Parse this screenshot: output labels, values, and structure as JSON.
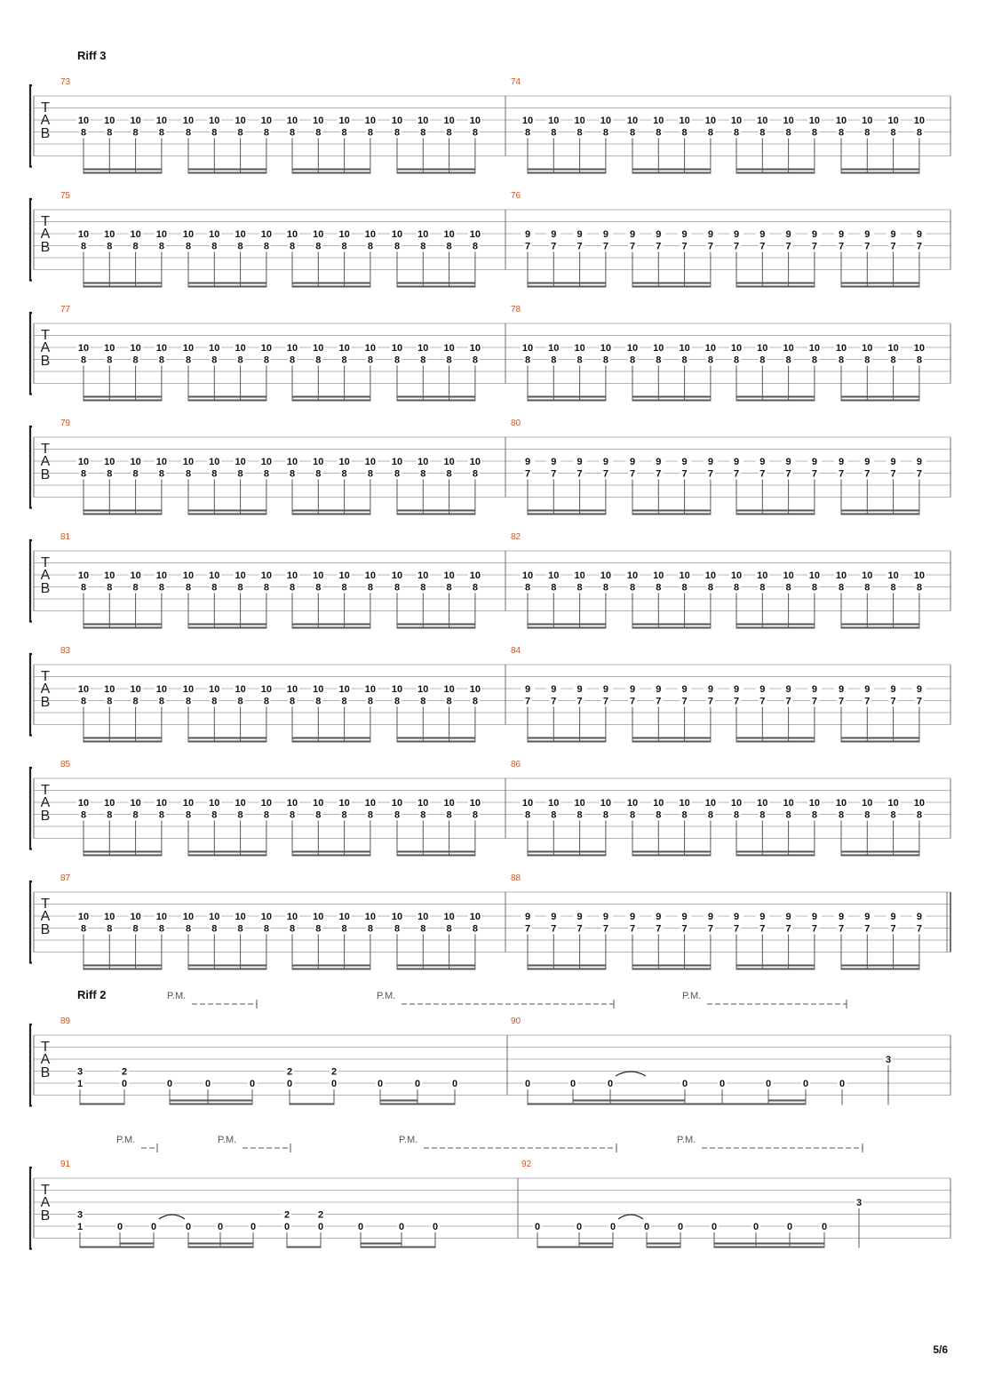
{
  "page_number": "5/6",
  "tab_clef": [
    "T",
    "A",
    "B"
  ],
  "section_riff3": {
    "label": "Riff 3",
    "systems": [
      {
        "measures": [
          {
            "number": "73",
            "pattern": {
              "top": "10",
              "bottom": "8"
            }
          },
          {
            "number": "74",
            "pattern": {
              "top": "10",
              "bottom": "8"
            }
          }
        ]
      },
      {
        "measures": [
          {
            "number": "75",
            "pattern": {
              "top": "10",
              "bottom": "8"
            }
          },
          {
            "number": "76",
            "pattern": {
              "top": "9",
              "bottom": "7"
            }
          }
        ]
      },
      {
        "measures": [
          {
            "number": "77",
            "pattern": {
              "top": "10",
              "bottom": "8"
            }
          },
          {
            "number": "78",
            "pattern": {
              "top": "10",
              "bottom": "8"
            }
          }
        ]
      },
      {
        "measures": [
          {
            "number": "79",
            "pattern": {
              "top": "10",
              "bottom": "8"
            }
          },
          {
            "number": "80",
            "pattern": {
              "top": "9",
              "bottom": "7"
            }
          }
        ]
      },
      {
        "measures": [
          {
            "number": "81",
            "pattern": {
              "top": "10",
              "bottom": "8"
            }
          },
          {
            "number": "82",
            "pattern": {
              "top": "10",
              "bottom": "8"
            }
          }
        ]
      },
      {
        "measures": [
          {
            "number": "83",
            "pattern": {
              "top": "10",
              "bottom": "8"
            }
          },
          {
            "number": "84",
            "pattern": {
              "top": "9",
              "bottom": "7"
            }
          }
        ]
      },
      {
        "measures": [
          {
            "number": "85",
            "pattern": {
              "top": "10",
              "bottom": "8"
            }
          },
          {
            "number": "86",
            "pattern": {
              "top": "10",
              "bottom": "8"
            }
          }
        ]
      },
      {
        "measures": [
          {
            "number": "87",
            "pattern": {
              "top": "10",
              "bottom": "8"
            }
          },
          {
            "number": "88",
            "pattern": {
              "top": "9",
              "bottom": "7"
            }
          }
        ]
      }
    ]
  },
  "section_riff2": {
    "label": "Riff 2",
    "palm_mute_text": "P.M.",
    "systems": [
      {
        "measures": [
          {
            "number": "89",
            "notes": [
              {
                "frets": [
                  "3",
                  "1"
                ]
              },
              {
                "frets": [
                  "2",
                  "0"
                ]
              },
              {
                "frets": [
                  "0"
                ]
              },
              {
                "frets": [
                  "0"
                ]
              },
              {
                "frets": [
                  "0"
                ]
              },
              {
                "frets": [
                  "2",
                  "0"
                ]
              },
              {
                "frets": [
                  "2",
                  "0"
                ]
              },
              {
                "frets": [
                  "0"
                ]
              },
              {
                "frets": [
                  "0"
                ]
              },
              {
                "frets": [
                  "0"
                ]
              }
            ]
          },
          {
            "number": "90",
            "notes": [
              {
                "frets": [
                  "0"
                ]
              },
              {
                "frets": [
                  "0"
                ]
              },
              {
                "frets": [
                  "0"
                ]
              },
              {
                "frets": [
                  "0"
                ]
              },
              {
                "frets": [
                  "0"
                ]
              },
              {
                "frets": [
                  "0"
                ]
              },
              {
                "frets": [
                  "0"
                ]
              },
              {
                "frets": [
                  "0"
                ]
              },
              {
                "frets": [
                  "3"
                ]
              }
            ]
          }
        ]
      },
      {
        "measures": [
          {
            "number": "91",
            "notes": [
              {
                "frets": [
                  "3",
                  "1"
                ]
              },
              {
                "frets": [
                  "0"
                ]
              },
              {
                "frets": [
                  "0"
                ]
              },
              {
                "frets": [
                  "0"
                ]
              },
              {
                "frets": [
                  "0"
                ]
              },
              {
                "frets": [
                  "0"
                ]
              },
              {
                "frets": [
                  "2",
                  "0"
                ]
              },
              {
                "frets": [
                  "2",
                  "0"
                ]
              },
              {
                "frets": [
                  "0"
                ]
              },
              {
                "frets": [
                  "0"
                ]
              },
              {
                "frets": [
                  "0"
                ]
              }
            ]
          },
          {
            "number": "92",
            "notes": [
              {
                "frets": [
                  "0"
                ]
              },
              {
                "frets": [
                  "0"
                ]
              },
              {
                "frets": [
                  "0"
                ]
              },
              {
                "frets": [
                  "0"
                ]
              },
              {
                "frets": [
                  "0"
                ]
              },
              {
                "frets": [
                  "0"
                ]
              },
              {
                "frets": [
                  "0"
                ]
              },
              {
                "frets": [
                  "0"
                ]
              },
              {
                "frets": [
                  "0"
                ]
              },
              {
                "frets": [
                  "3"
                ]
              }
            ]
          }
        ]
      }
    ]
  },
  "colors": {
    "staff_line": "#b4b4b4",
    "bar_line": "#6e6e6e",
    "text": "#111111",
    "measure_number": "#d2541e",
    "beam": "#555555",
    "palm_mute": "#555555"
  }
}
